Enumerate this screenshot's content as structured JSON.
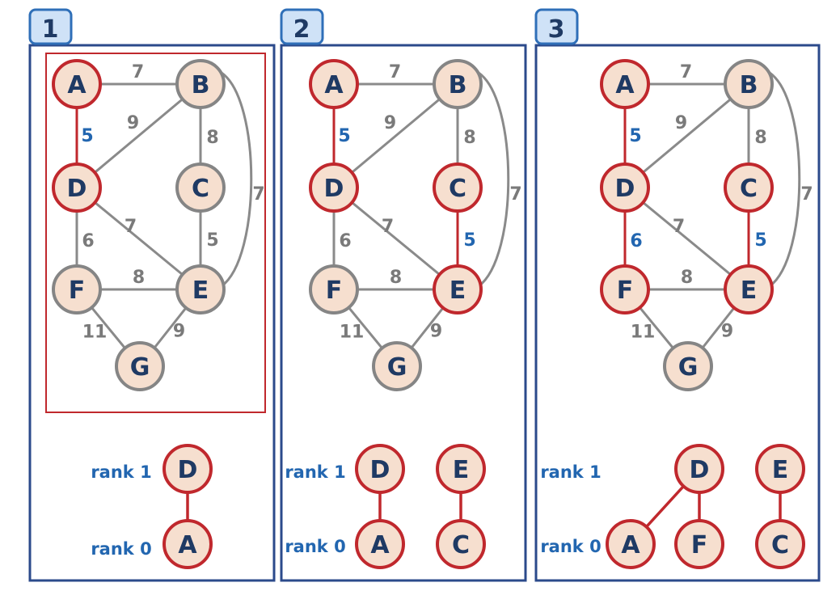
{
  "colors": {
    "frame": "#2b4a8b",
    "tab_fill": "#cfe2f7",
    "tab_border": "#2f6fb8",
    "node_fill": "#f6dfcf",
    "node_gray": "#858585",
    "node_red": "#c0282d",
    "edge_gray": "#8a8a8a",
    "edge_red": "#c0282d",
    "weight_gray": "#7a7a7a",
    "weight_blue": "#2266b0",
    "text_dark": "#1f3a64",
    "highlight_box": "#c0282d"
  },
  "panels": [
    {
      "number": "1",
      "graph": {
        "nodes": [
          {
            "id": "A",
            "label": "A",
            "red": true
          },
          {
            "id": "B",
            "label": "B",
            "red": false
          },
          {
            "id": "D",
            "label": "D",
            "red": true
          },
          {
            "id": "C",
            "label": "C",
            "red": false
          },
          {
            "id": "F",
            "label": "F",
            "red": false
          },
          {
            "id": "E",
            "label": "E",
            "red": false
          },
          {
            "id": "G",
            "label": "G",
            "red": false
          }
        ],
        "edges": [
          {
            "from": "A",
            "to": "B",
            "weight": "7",
            "red": false
          },
          {
            "from": "A",
            "to": "D",
            "weight": "5",
            "red": true
          },
          {
            "from": "D",
            "to": "B",
            "weight": "9",
            "red": false
          },
          {
            "from": "B",
            "to": "C",
            "weight": "8",
            "red": false
          },
          {
            "from": "B",
            "to": "E",
            "weight": "7",
            "red": false
          },
          {
            "from": "C",
            "to": "E",
            "weight": "5",
            "red": false
          },
          {
            "from": "D",
            "to": "F",
            "weight": "6",
            "red": false
          },
          {
            "from": "D",
            "to": "E",
            "weight": "7",
            "red": false
          },
          {
            "from": "F",
            "to": "E",
            "weight": "8",
            "red": false
          },
          {
            "from": "F",
            "to": "G",
            "weight": "11",
            "red": false
          },
          {
            "from": "E",
            "to": "G",
            "weight": "9",
            "red": false
          }
        ]
      },
      "rank_labels": [
        "rank 1",
        "rank 0"
      ],
      "trees": [
        {
          "root": "D",
          "children": [
            "A"
          ]
        }
      ]
    },
    {
      "number": "2",
      "graph": {
        "nodes": [
          {
            "id": "A",
            "label": "A",
            "red": true
          },
          {
            "id": "B",
            "label": "B",
            "red": false
          },
          {
            "id": "D",
            "label": "D",
            "red": true
          },
          {
            "id": "C",
            "label": "C",
            "red": true
          },
          {
            "id": "F",
            "label": "F",
            "red": false
          },
          {
            "id": "E",
            "label": "E",
            "red": true
          },
          {
            "id": "G",
            "label": "G",
            "red": false
          }
        ],
        "edges": [
          {
            "from": "A",
            "to": "B",
            "weight": "7",
            "red": false
          },
          {
            "from": "A",
            "to": "D",
            "weight": "5",
            "red": true
          },
          {
            "from": "D",
            "to": "B",
            "weight": "9",
            "red": false
          },
          {
            "from": "B",
            "to": "C",
            "weight": "8",
            "red": false
          },
          {
            "from": "B",
            "to": "E",
            "weight": "7",
            "red": false
          },
          {
            "from": "C",
            "to": "E",
            "weight": "5",
            "red": true
          },
          {
            "from": "D",
            "to": "F",
            "weight": "6",
            "red": false
          },
          {
            "from": "D",
            "to": "E",
            "weight": "7",
            "red": false
          },
          {
            "from": "F",
            "to": "E",
            "weight": "8",
            "red": false
          },
          {
            "from": "F",
            "to": "G",
            "weight": "11",
            "red": false
          },
          {
            "from": "E",
            "to": "G",
            "weight": "9",
            "red": false
          }
        ]
      },
      "rank_labels": [
        "rank 1",
        "rank 0"
      ],
      "trees": [
        {
          "root": "D",
          "children": [
            "A"
          ]
        },
        {
          "root": "E",
          "children": [
            "C"
          ]
        }
      ]
    },
    {
      "number": "3",
      "graph": {
        "nodes": [
          {
            "id": "A",
            "label": "A",
            "red": true
          },
          {
            "id": "B",
            "label": "B",
            "red": false
          },
          {
            "id": "D",
            "label": "D",
            "red": true
          },
          {
            "id": "C",
            "label": "C",
            "red": true
          },
          {
            "id": "F",
            "label": "F",
            "red": true
          },
          {
            "id": "E",
            "label": "E",
            "red": true
          },
          {
            "id": "G",
            "label": "G",
            "red": false
          }
        ],
        "edges": [
          {
            "from": "A",
            "to": "B",
            "weight": "7",
            "red": false
          },
          {
            "from": "A",
            "to": "D",
            "weight": "5",
            "red": true
          },
          {
            "from": "D",
            "to": "B",
            "weight": "9",
            "red": false
          },
          {
            "from": "B",
            "to": "C",
            "weight": "8",
            "red": false
          },
          {
            "from": "B",
            "to": "E",
            "weight": "7",
            "red": false
          },
          {
            "from": "C",
            "to": "E",
            "weight": "5",
            "red": true
          },
          {
            "from": "D",
            "to": "F",
            "weight": "6",
            "red": true
          },
          {
            "from": "D",
            "to": "E",
            "weight": "7",
            "red": false
          },
          {
            "from": "F",
            "to": "E",
            "weight": "8",
            "red": false
          },
          {
            "from": "F",
            "to": "G",
            "weight": "11",
            "red": false
          },
          {
            "from": "E",
            "to": "G",
            "weight": "9",
            "red": false
          }
        ]
      },
      "rank_labels": [
        "rank 1",
        "rank 0"
      ],
      "trees": [
        {
          "root": "D",
          "children": [
            "A",
            "F"
          ]
        },
        {
          "root": "E",
          "children": [
            "C"
          ]
        }
      ]
    }
  ]
}
